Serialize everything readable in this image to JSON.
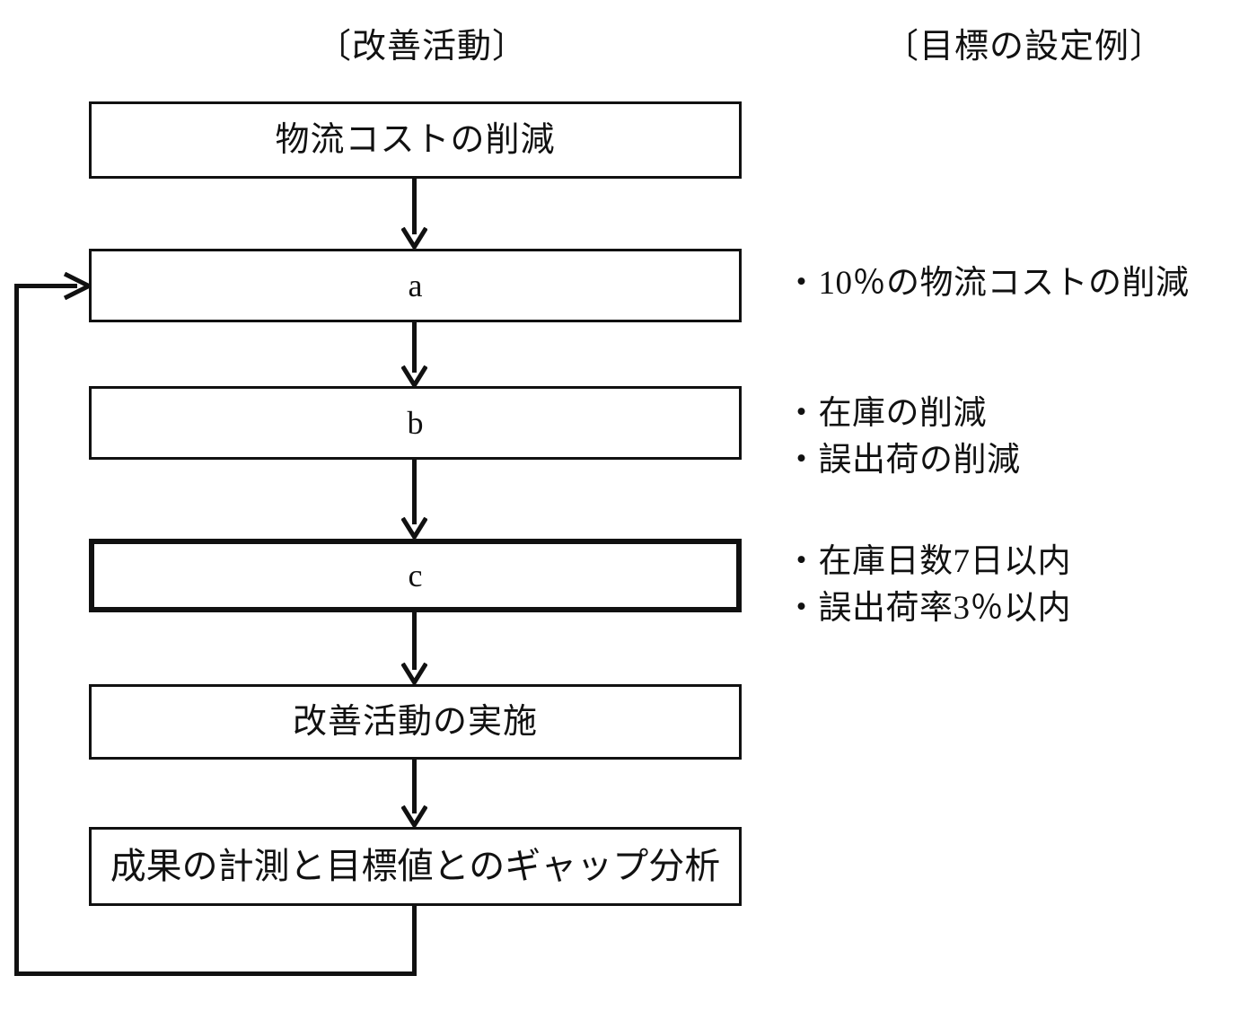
{
  "headers": {
    "left": "〔改善活動〕",
    "right": "〔目標の設定例〕"
  },
  "flow": {
    "boxes": [
      {
        "id": "cost",
        "label": "物流コストの削減",
        "emphasized": false
      },
      {
        "id": "a",
        "label": "a",
        "emphasized": false
      },
      {
        "id": "b",
        "label": "b",
        "emphasized": false
      },
      {
        "id": "c",
        "label": "c",
        "emphasized": true
      },
      {
        "id": "activity",
        "label": "改善活動の実施",
        "emphasized": false
      },
      {
        "id": "gap",
        "label": "成果の計測と目標値とのギャップ分析",
        "emphasized": false
      }
    ]
  },
  "goals": {
    "group1": {
      "lines": [
        "・10％の物流コストの削減"
      ]
    },
    "group2": {
      "lines": [
        "・在庫の削減",
        "・誤出荷の削減"
      ]
    },
    "group3": {
      "lines": [
        "・在庫日数7日以内",
        "・誤出荷率3％以内"
      ]
    }
  },
  "colors": {
    "ink": "#111111",
    "background": "#ffffff"
  }
}
